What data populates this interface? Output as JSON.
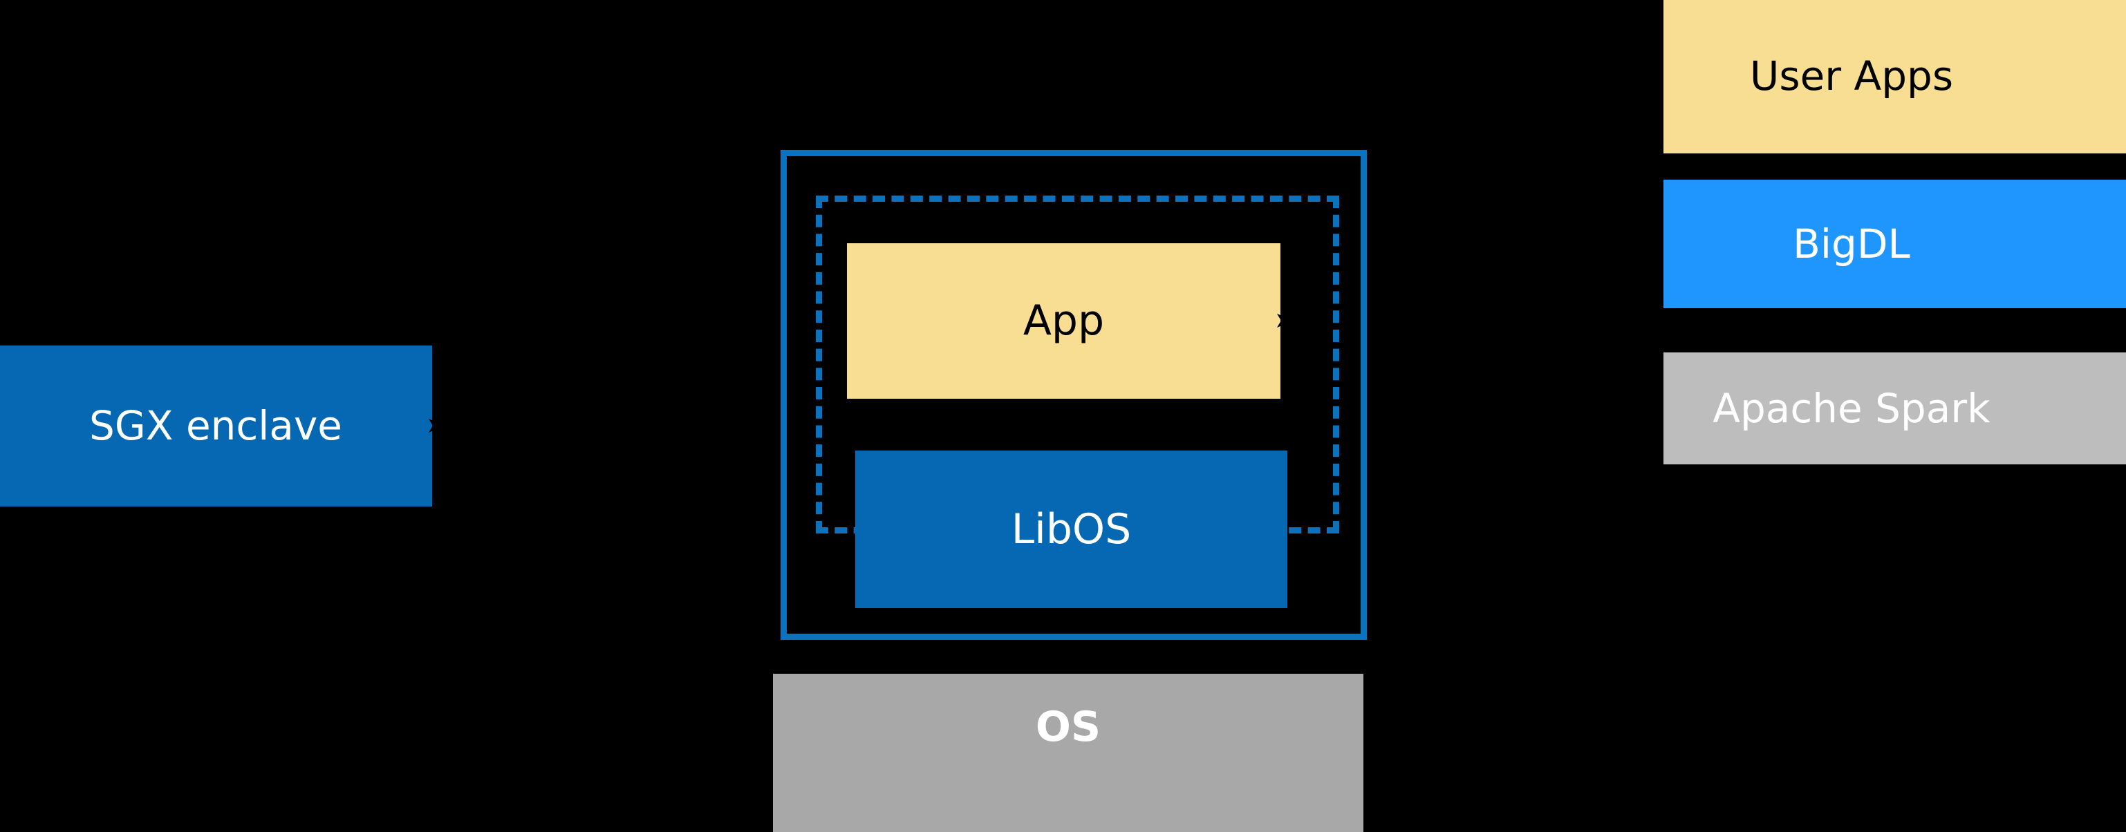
{
  "diagram": {
    "background_color": "#000000",
    "title": "",
    "left_group": {
      "enclave": {
        "label": "SGX enclave",
        "fill": "#0668B3",
        "text_color": "#FFFFFF"
      },
      "arrow": {
        "name": "enclave-pointer-arrow",
        "color": "#000000"
      }
    },
    "center_group": {
      "outer_boundary": {
        "label": "",
        "stroke": "#0B72C0",
        "style": "solid"
      },
      "inner_boundary": {
        "label": "",
        "stroke": "#0B72C0",
        "style": "dashed"
      },
      "app": {
        "label": "App",
        "fill": "#F8DE93",
        "text_color": "#000000"
      },
      "libos": {
        "label": "LibOS",
        "fill": "#0668B3",
        "text_color": "#FFFFFF"
      },
      "os": {
        "label": "OS",
        "fill": "#A8A8A8",
        "text_color": "#FFFFFF"
      },
      "arrow": {
        "name": "app-pointer-arrow",
        "color": "#000000"
      }
    },
    "right_stack": [
      {
        "label": "User Apps",
        "fill": "#F8DE93",
        "text_color": "#000000"
      },
      {
        "label": "BigDL",
        "fill": "#1E96FD",
        "text_color": "#FFFFFF"
      },
      {
        "label": "Apache Spark",
        "fill": "#BDBDBD",
        "text_color": "#FFFFFF"
      }
    ]
  }
}
